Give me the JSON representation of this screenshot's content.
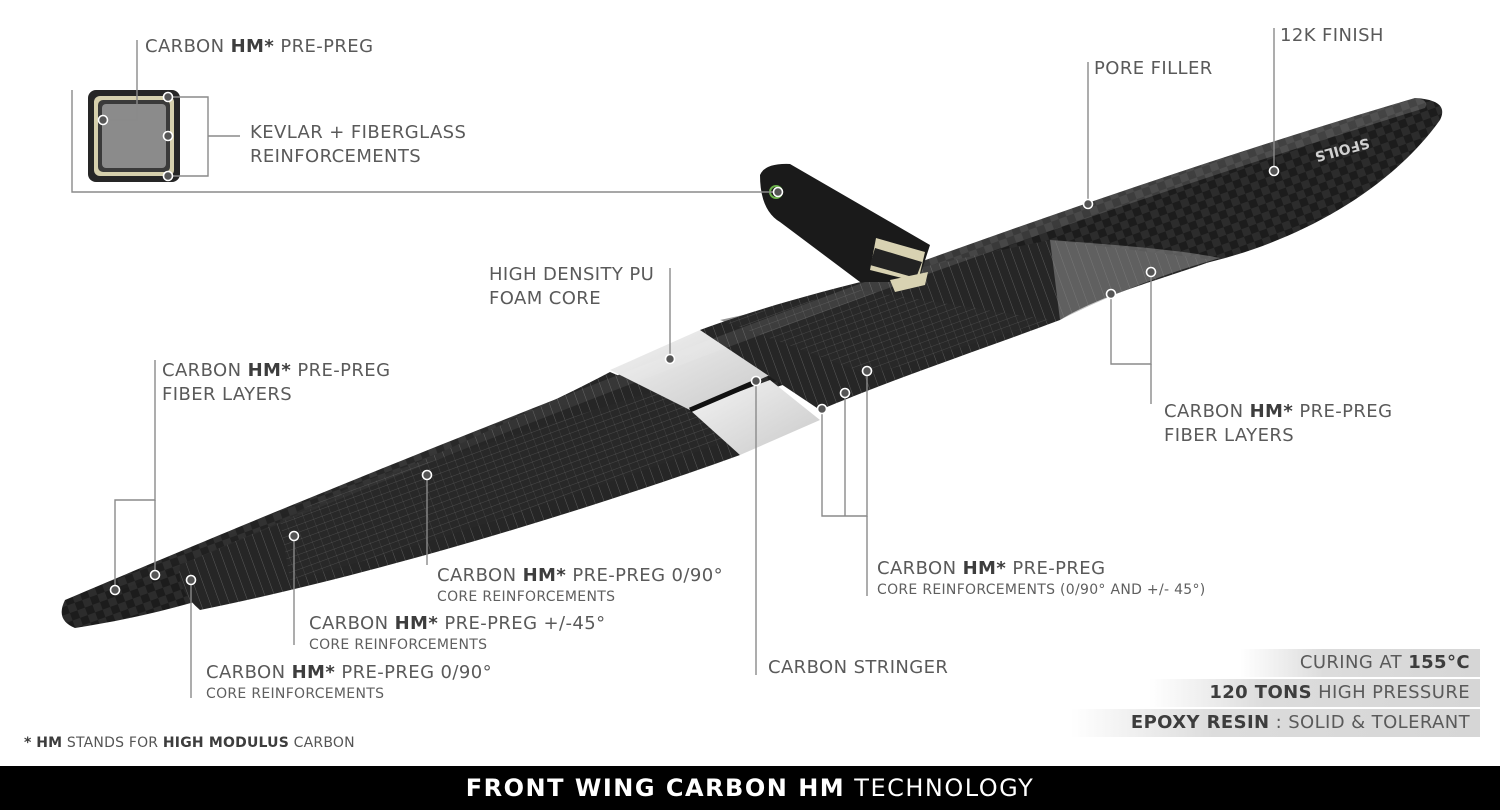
{
  "labels": {
    "layup_a": "CARBON",
    "layup_b": "HM*",
    "layup_c": "PRE-PREG",
    "kevlar_1": "KEVLAR + FIBERGLASS",
    "kevlar_2": "REINFORCEMENTS",
    "pore_filler": "PORE FILLER",
    "finish_12k": "12K FINISH",
    "foam_1": "HIGH DENSITY PU",
    "foam_2": "FOAM CORE",
    "left_fiber_a": "CARBON",
    "left_fiber_b": "HM*",
    "left_fiber_c": "PRE-PREG",
    "left_fiber_2": "FIBER LAYERS",
    "right_fiber_a": "CARBON",
    "right_fiber_b": "HM*",
    "right_fiber_c": "PRE-PREG",
    "right_fiber_2": "FIBER LAYERS",
    "core090_top_a": "CARBON",
    "core090_top_b": "HM*",
    "core090_top_c": "PRE-PREG 0/90°",
    "core090_top_sub": "CORE REINFORCEMENTS",
    "core45_a": "CARBON",
    "core45_b": "HM*",
    "core45_c": "PRE-PREG +/-45°",
    "core45_sub": "CORE REINFORCEMENTS",
    "core090_bot_a": "CARBON",
    "core090_bot_b": "HM*",
    "core090_bot_c": "PRE-PREG 0/90°",
    "core090_bot_sub": "CORE REINFORCEMENTS",
    "stringer": "CARBON STRINGER",
    "core_mix_a": "CARBON",
    "core_mix_b": "HM*",
    "core_mix_c": "PRE-PREG",
    "core_mix_sub": "CORE REINFORCEMENTS (0/90° AND +/- 45°)"
  },
  "specs": {
    "curing_a": "CURING AT",
    "curing_b": "155°C",
    "pressure_a": "120 TONS",
    "pressure_b": "HIGH PRESSURE",
    "resin_a": "EPOXY RESIN",
    "resin_b": ": SOLID & TOLERANT"
  },
  "footnote": {
    "a": "*",
    "b": "HM",
    "c": "STANDS FOR",
    "d": "HIGH MODULUS",
    "e": "CARBON"
  },
  "banner": {
    "bold": "FRONT WING CARBON HM",
    "normal": "TECHNOLOGY"
  },
  "wing_logo": "SFOILS"
}
